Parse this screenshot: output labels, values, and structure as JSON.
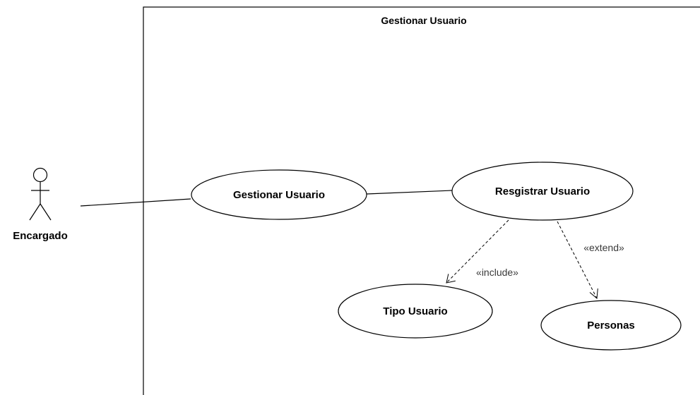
{
  "system": {
    "title": "Gestionar Usuario"
  },
  "actor": {
    "name": "Encargado"
  },
  "use_cases": {
    "gestionar": "Gestionar Usuario",
    "registrar": "Resgistrar Usuario",
    "tipo": "Tipo Usuario",
    "personas": "Personas"
  },
  "relations": {
    "include_label": "«include»",
    "extend_label": "«extend»"
  },
  "colors": {
    "line": "#000000",
    "background": "#ffffff",
    "stereotype_text": "#3a3a3a"
  }
}
